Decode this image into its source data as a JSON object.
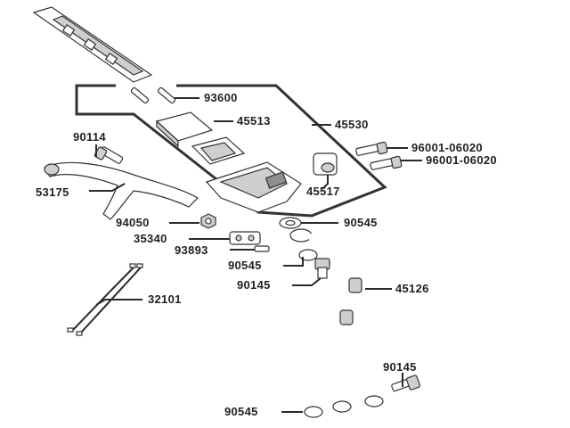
{
  "colors": {
    "ink": "#222222",
    "shade": "#cfcfcf",
    "dark": "#8f8f8f"
  },
  "labels": {
    "p93600": "93600",
    "p45513": "45513",
    "p45530": "45530",
    "p90114": "90114",
    "p96001a": "96001-06020",
    "p96001b": "96001-06020",
    "p53175": "53175",
    "p45517": "45517",
    "p94050": "94050",
    "p90545a": "90545",
    "p35340": "35340",
    "p93893": "93893",
    "p90545b": "90545",
    "p90145a": "90145",
    "p45126": "45126",
    "p32101": "32101",
    "p90145b": "90145",
    "p90545c": "90545"
  }
}
